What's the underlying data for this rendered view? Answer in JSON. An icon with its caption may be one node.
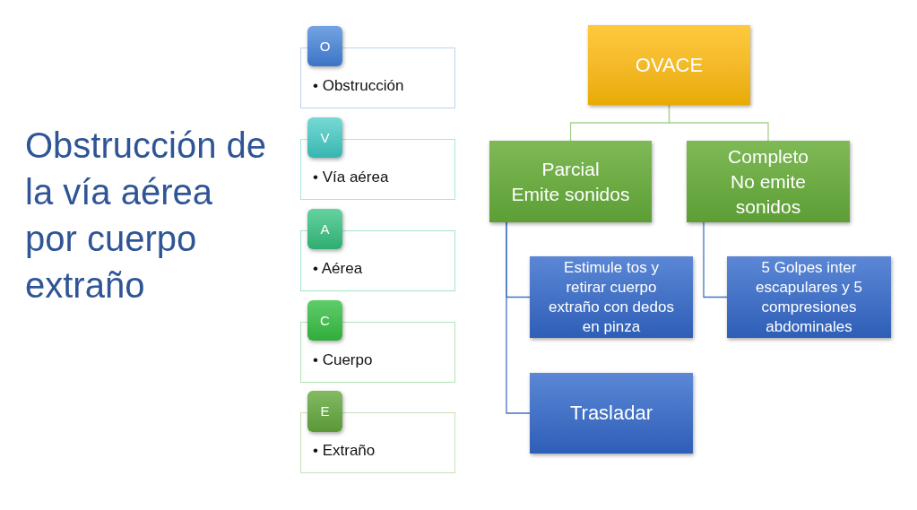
{
  "diagram": {
    "title": "Obstrucción de la vía aérea por cuerpo extraño",
    "nodes": [
      {
        "text": [
          "O"
        ]
      },
      {
        "text": [
          "• Obstrucción"
        ]
      },
      {
        "text": [
          "V"
        ]
      },
      {
        "text": [
          "• Vía aérea"
        ]
      },
      {
        "text": [
          "A"
        ]
      },
      {
        "text": [
          "• Aérea"
        ]
      },
      {
        "text": [
          "C"
        ]
      },
      {
        "text": [
          "• Cuerpo"
        ]
      },
      {
        "text": [
          "E"
        ]
      },
      {
        "text": [
          "• Extraño"
        ]
      },
      {
        "text": [
          "OVACE"
        ]
      },
      {
        "text": [
          "Parcial",
          "Emite sonidos"
        ]
      },
      {
        "text": [
          "Completo",
          "No emite sonidos"
        ]
      },
      {
        "text": [
          "Estimule tos y retirar cuerpo extraño con dedos en pinza"
        ]
      },
      {
        "text": [
          "5 Golpes inter escapulares y 5 compresiones abdominales"
        ]
      },
      {
        "text": [
          "Trasladar"
        ]
      }
    ],
    "edges": [
      {
        "from": 10,
        "to": 11,
        "arrow": "none",
        "color": "#a9d18e"
      },
      {
        "from": 10,
        "to": 12,
        "arrow": "none",
        "color": "#a9d18e"
      },
      {
        "from": 11,
        "to": 13,
        "arrow": "none"
      },
      {
        "from": 11,
        "to": 15,
        "arrow": "none"
      },
      {
        "from": 12,
        "to": 14,
        "arrow": "none"
      }
    ]
  }
}
